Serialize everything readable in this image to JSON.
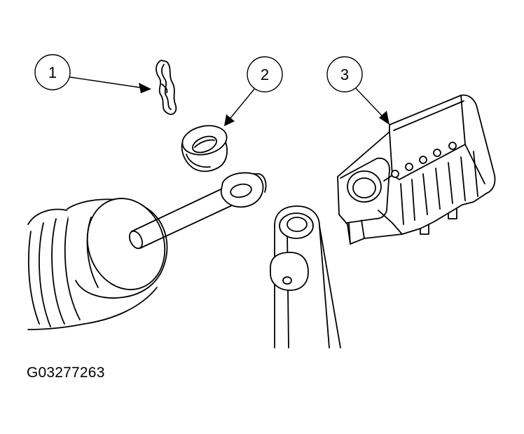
{
  "figure_code": "G03277263",
  "callouts": [
    {
      "number": "1",
      "part": "clip"
    },
    {
      "number": "2",
      "part": "bushing"
    },
    {
      "number": "3",
      "part": "bracket"
    }
  ],
  "colors": {
    "line": "#000000",
    "background": "#ffffff"
  }
}
